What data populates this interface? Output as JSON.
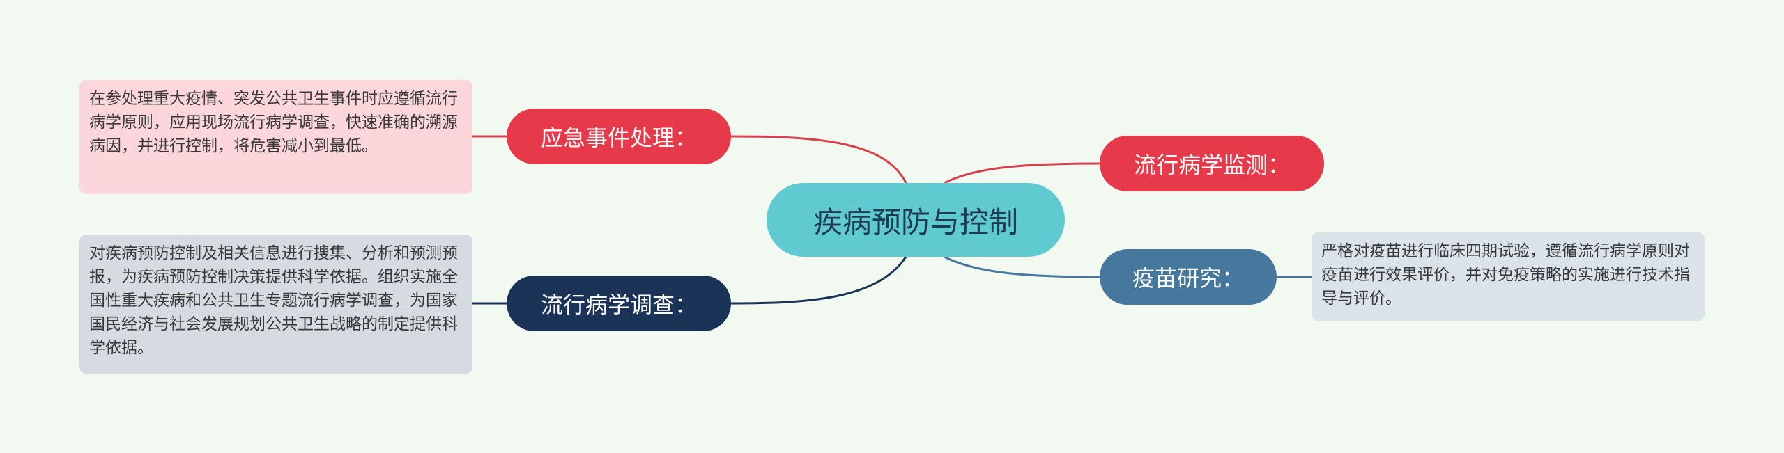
{
  "center": {
    "label": "疾病预防与控制",
    "color": "#5fcacf"
  },
  "branches": {
    "emergency": {
      "label": "应急事件处理：",
      "color": "#e6394a"
    },
    "monitor": {
      "label": "流行病学监测：",
      "color": "#e6394a"
    },
    "vaccine": {
      "label": "疫苗研究：",
      "color": "#46779c"
    },
    "survey": {
      "label": "流行病学调查：",
      "color": "#1c3358"
    }
  },
  "leaves": {
    "emergency": {
      "text": "在参处理重大疫情、突发公共卫生事件时应遵循流行病学原则，应用现场流行病学调查，快速准确的溯源病因，并进行控制，将危害减小到最低。"
    },
    "survey": {
      "text": "对疾病预防控制及相关信息进行搜集、分析和预测预报，为疾病预防控制决策提供科学依据。组织实施全国性重大疾病和公共卫生专题流行病学调查，为国家国民经济与社会发展规划公共卫生战略的制定提供科学依据。"
    },
    "vaccine": {
      "text": "严格对疫苗进行临床四期试验，遵循流行病学原则对疫苗进行效果评价，并对免疫策略的实施进行技术指导与评价。"
    }
  }
}
